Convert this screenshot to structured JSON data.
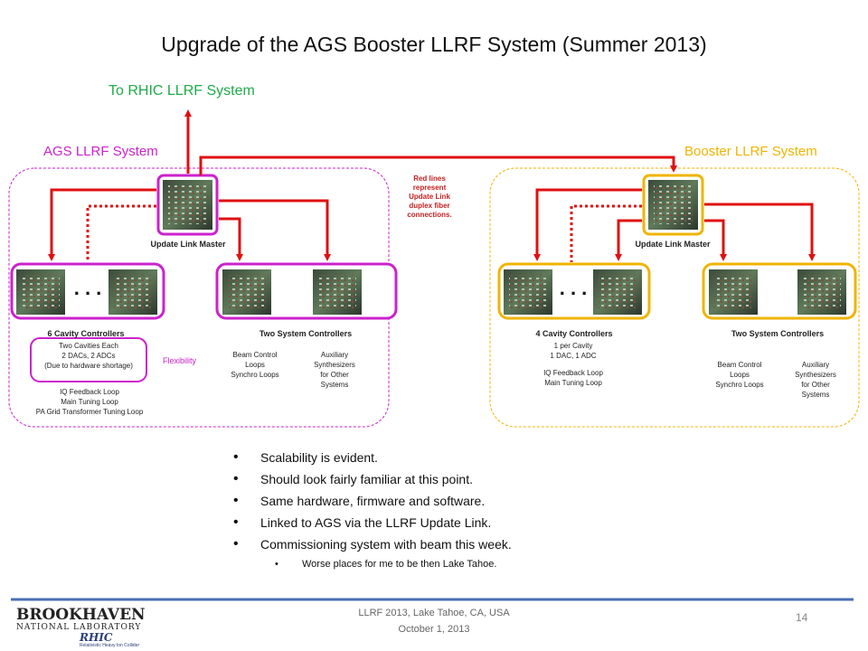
{
  "title": "Upgrade of the AGS Booster LLRF System (Summer 2013)",
  "to_rhic": "To RHIC LLRF System",
  "ags": {
    "label": "AGS LLRF System",
    "master_label": "Update Link Master",
    "cavity_title": "6 Cavity Controllers",
    "cavity_box_text": [
      "Two Cavities Each",
      "2 DACs, 2 ADCs",
      "(Due to hardware shortage)"
    ],
    "cavity_loops": [
      "IQ Feedback Loop",
      "Main Tuning Loop",
      "PA Grid Transformer Tuning Loop"
    ],
    "flexibility": "Flexibility",
    "system_title": "Two System Controllers",
    "beam_control": [
      "Beam Control",
      "Loops",
      "Synchro Loops"
    ],
    "aux": [
      "Auxiliary",
      "Synthesizers",
      "for Other",
      "Systems"
    ]
  },
  "booster": {
    "label": "Booster LLRF System",
    "master_label": "Update Link Master",
    "cavity_title": "4 Cavity Controllers",
    "cavity_text": [
      "1 per Cavity",
      "1 DAC, 1 ADC",
      "",
      "IQ Feedback Loop",
      "Main Tuning Loop"
    ],
    "system_title": "Two System Controllers",
    "beam_control": [
      "Beam Control",
      "Loops",
      "Synchro Loops"
    ],
    "aux": [
      "Auxiliary",
      "Synthesizers",
      "for Other",
      "Systems"
    ]
  },
  "red_note": [
    "Red lines",
    "represent",
    "Update Link",
    "duplex fiber",
    "connections."
  ],
  "ellipsis": ". . .",
  "bullets": [
    "Scalability is evident.",
    "Should look fairly familiar at this point.",
    "Same hardware, firmware and software.",
    "Linked to AGS via the LLRF Update Link.",
    "Commissioning system with beam this week."
  ],
  "sub_bullet": "Worse places for me to be then Lake Tahoe.",
  "footer": {
    "line1": "LLRF 2013, Lake Tahoe, CA, USA",
    "line2": "October 1, 2013",
    "page": "14"
  },
  "logo": {
    "line1": "BROOKHAVEN",
    "line2": "NATIONAL LABORATORY",
    "line3": "RHIC",
    "line4": "Relativistic Heavy Ion Collider"
  },
  "colors": {
    "ags_accent": "#cc22cc",
    "booster_accent": "#f0b400",
    "link_red": "#e01010",
    "label_green": "#1faa4a"
  }
}
